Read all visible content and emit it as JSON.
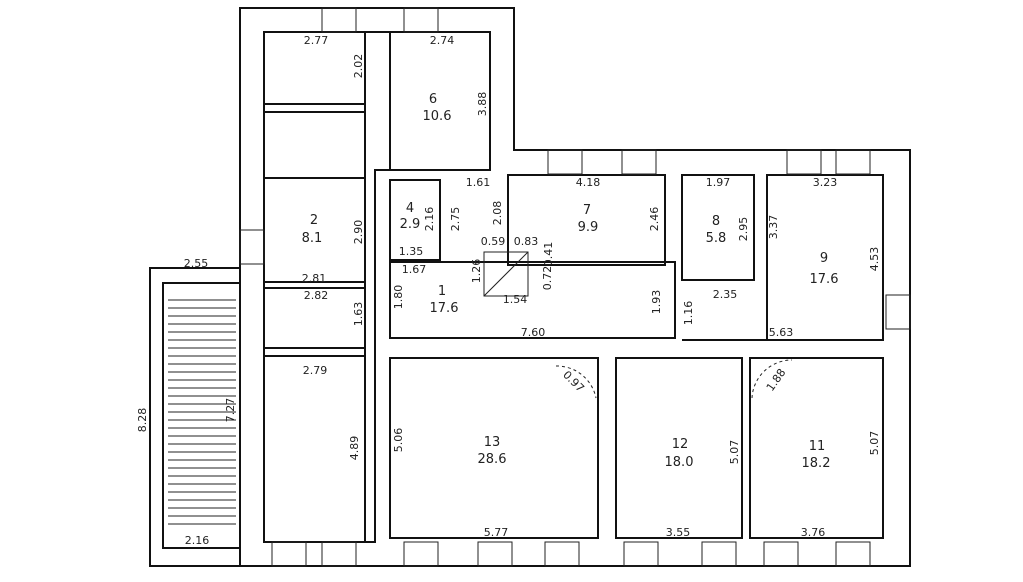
{
  "rooms": [
    {
      "id": "1",
      "area": "17.6"
    },
    {
      "id": "2",
      "area": "8.1"
    },
    {
      "id": "4",
      "area": "2.9"
    },
    {
      "id": "6",
      "area": "10.6"
    },
    {
      "id": "7",
      "area": "9.9"
    },
    {
      "id": "8",
      "area": "5.8"
    },
    {
      "id": "9",
      "area": "17.6"
    },
    {
      "id": "11",
      "area": "18.2"
    },
    {
      "id": "12",
      "area": "18.0"
    },
    {
      "id": "13",
      "area": "28.6"
    }
  ],
  "dimensions": {
    "d_277": "2.77",
    "d_274": "2.74",
    "d_202": "2.02",
    "d_388": "3.88",
    "d_161": "1.61",
    "d_418": "4.18",
    "d_197": "1.97",
    "d_323": "3.23",
    "d_216": "2.16",
    "d_275": "2.75",
    "d_208": "2.08",
    "d_246": "2.46",
    "d_295": "2.95",
    "d_337": "3.37",
    "d_453": "4.53",
    "d_290": "2.90",
    "d_135": "1.35",
    "d_167": "1.67",
    "d_059": "0.59",
    "d_083": "0.83",
    "d_126": "1.26",
    "d_041": "0.41",
    "d_072": "0.72",
    "d_154": "1.54",
    "d_255": "2.55",
    "d_281": "2.81",
    "d_282": "2.82",
    "d_180": "1.80",
    "d_163": "1.63",
    "d_235": "2.35",
    "d_193": "1.93",
    "d_116": "1.16",
    "d_563": "5.63",
    "d_760": "7.60",
    "d_279": "2.79",
    "d_097": "0.97",
    "d_188": "1.88",
    "d_828": "8.28",
    "d_727": "7.27",
    "d_506": "5.06",
    "d_489": "4.89",
    "d_507": "5.07",
    "d_507b": "5.07",
    "d_216b": "2.16",
    "d_577": "5.77",
    "d_355": "3.55",
    "d_376": "3.76"
  }
}
